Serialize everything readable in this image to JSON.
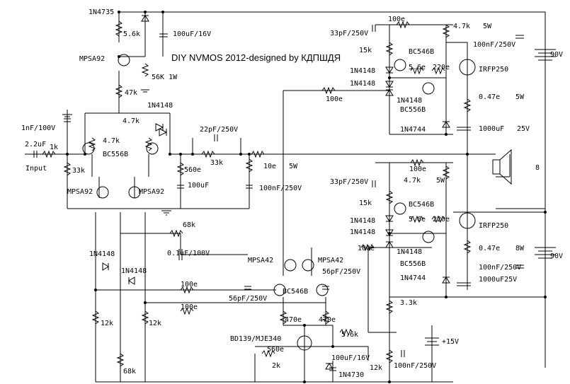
{
  "title": "DIY NVMOS 2012-designed by КДПШДЯ",
  "labels": {
    "d_1n4735": "1N4735",
    "r_5k6": "5.6k",
    "c_100u16_top": "100uF/16V",
    "q_mpsa92_top": "MPSA92",
    "r_56k": "56K 1W",
    "r_47k": "47k",
    "d_1n4148_a": "1N4148",
    "r_4k7_a": "4.7k",
    "r_4k7_b": "4.7k",
    "q_bc556b_in": "BC556B",
    "c_1nf": "1nF/100V",
    "c_2u2": "2.2uF",
    "r_1k": "1k",
    "input": "Input",
    "r_33k_in": "33k",
    "q_mpsa92_l": "MPSA92",
    "q_mpsa92_r": "MPSA92",
    "c_22p": "22pF/250V",
    "r_33k_fb": "33k",
    "r_560e": "560e",
    "c_100uf": "100uF",
    "r_10e": "10e",
    "r_10e_w": "5W",
    "c_100n_zob": "100nF/250V",
    "r_68k_a": "68k",
    "c_01u": "0.1uF/100V",
    "d_1n4148_b": "1N4148",
    "d_1n4148_c": "1N4148",
    "r_12k_a": "12k",
    "r_12k_b": "12k",
    "r_68k_b": "68k",
    "r_100e_a": "100e",
    "r_100e_b": "100e",
    "c_56p_a": "56pF/250V",
    "c_56p_b": "56pF/250V",
    "q_mpsa42_l": "MPSA42",
    "q_mpsa42_r": "MPSA42",
    "q_bc546b_vas": "BC546B",
    "r_470e_a": "470e",
    "r_470e_b": "470e",
    "q_bd139": "BD139/MJE340",
    "r_560e_b": "560e",
    "r_2k": "2k",
    "r_5k6_b": "5.6k",
    "c_100u16_b": "100uF/16V",
    "d_1n4730": "1N4730",
    "r_12k_c": "12k",
    "c_100n_b": "100nF/250V",
    "v_15": "+15V",
    "r_3k3": "3.3k",
    "r_100e_top": "100e",
    "c_33p_top": "33pF/250V",
    "r_15k_top": "15k",
    "q_bc546b_top": "BC546B",
    "d_1n4148_t1": "1N4148",
    "d_1n4148_t2": "1N4148",
    "r_5e6_top": "5.6e",
    "r_220e_top": "220e",
    "r_100e_mid": "100e",
    "d_1n4148_t3": "1N4148",
    "q_bc556b_top": "BC556B",
    "d_1n4744_top": "1N4744",
    "r_4k7_top": "4.7k",
    "r_5w_top": "5W",
    "c_100n250_top": "100nF/250V",
    "v_90_top": "90V",
    "q_irfp250_top": "IRFP250",
    "r_047_top": "0.47e",
    "r_047_top_w": "5W",
    "c_1000u_top": "1000uF",
    "c_1000u_top_v": "25V",
    "r_100e_bot": "100e",
    "c_33p_bot": "33pF/250V",
    "r_4k7_bot": "4.7k",
    "r_5w_bot": "5W",
    "r_15k_bot": "15k",
    "q_bc546b_bot": "BC546B",
    "d_1n4148_b1": "1N4148",
    "d_1n4148_b2": "1N4148",
    "r_5e6_bot": "5.6e",
    "r_220e_bot": "220e",
    "q_irfp250_bot": "IRFP250",
    "r_100e_bot2": "100e",
    "d_1n4148_b3": "1N4148",
    "q_bc556b_bot": "BC556B",
    "r_047_bot": "0.47e",
    "r_047_bot_w": "8W",
    "c_100n250_bot": "100nF/250V",
    "v_90_bot": "90V",
    "d_1n4744_bot": "1N4744",
    "c_1000u_bot": "1000uF25V",
    "spk": "8"
  }
}
